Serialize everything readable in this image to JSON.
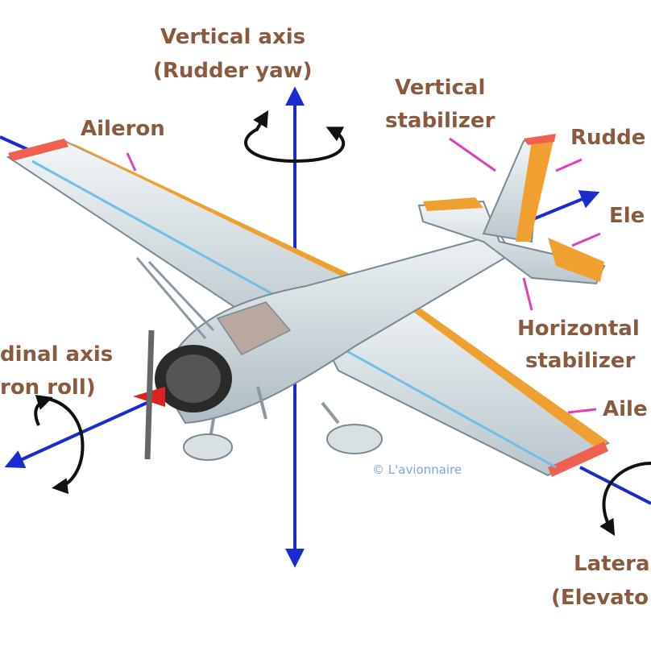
{
  "labels": {
    "vertical_axis": "Vertical axis",
    "rudder_yaw": "(Rudder yaw)",
    "aileron_top": "Aileron",
    "vertical_stabilizer_line1": "Vertical",
    "vertical_stabilizer_line2": "stabilizer",
    "rudder": "Rudde",
    "elevator": "Ele",
    "longitudinal_axis": "dinal axis",
    "aileron_roll": "ron roll)",
    "horizontal_stabilizer_line1": "Horizontal",
    "horizontal_stabilizer_line2": "stabilizer",
    "aileron_right": "Aile",
    "lateral_axis": "Latera",
    "elevator_pitch": "(Elevato",
    "credit": "© L'avionnaire"
  },
  "colors": {
    "label_text": "#8a5a40",
    "axis": "#1a2bd0",
    "leader_line": "#e040c0",
    "control_surface": "#f0a030",
    "airframe": "#dde6ea",
    "credit": "#7fa6d8"
  }
}
